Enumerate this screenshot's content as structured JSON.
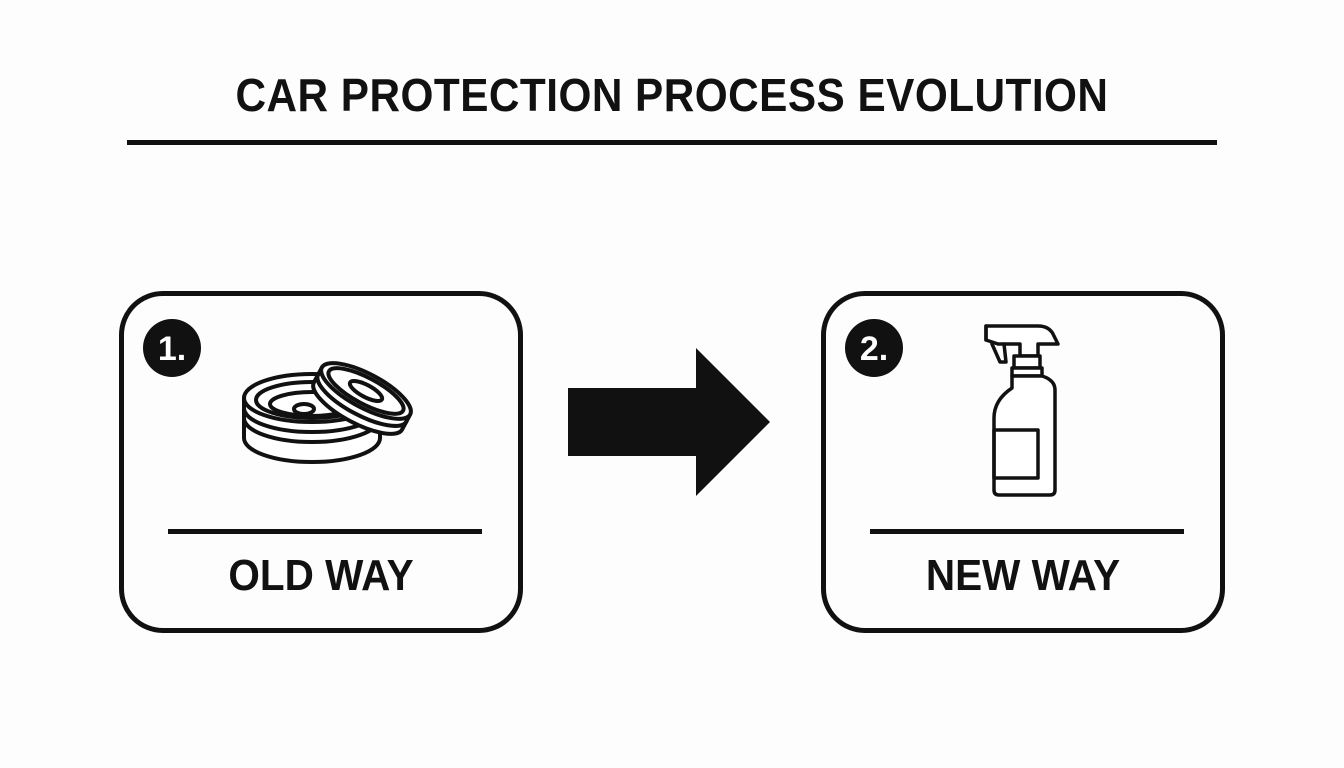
{
  "title": "CAR PROTECTION PROCESS EVOLUTION",
  "steps": [
    {
      "number": "1.",
      "label": "OLD WAY",
      "icon": "wax-tin-icon"
    },
    {
      "number": "2.",
      "label": "NEW WAY",
      "icon": "spray-bottle-icon"
    }
  ],
  "connector_icon": "right-arrow-icon",
  "colors": {
    "ink": "#111111",
    "background": "#fdfdfd"
  }
}
